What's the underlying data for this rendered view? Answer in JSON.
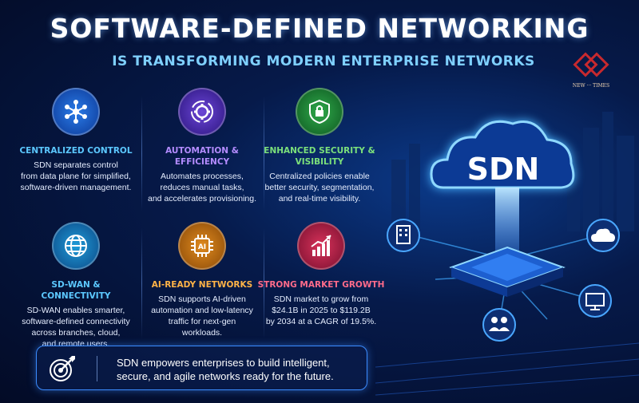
{
  "header": {
    "title": "SOFTWARE-DEFINED NETWORKING",
    "subtitle": "IS TRANSFORMING MODERN ENTERPRISE NETWORKS"
  },
  "logo": {
    "text": "NEW ··· TIMES"
  },
  "cards": [
    {
      "icon": "network-hub-icon",
      "title": "CENTRALIZED CONTROL",
      "title_color": "#5cc8ff",
      "lines": [
        "SDN separates control",
        "from data plane for simplified,",
        "software-driven management."
      ]
    },
    {
      "icon": "gear-cycle-icon",
      "title": "AUTOMATION & EFFICIENCY",
      "title_color": "#b48cff",
      "lines": [
        "Automates processes,",
        "reduces manual tasks,",
        "and accelerates provisioning."
      ]
    },
    {
      "icon": "shield-lock-icon",
      "title": "ENHANCED SECURITY & VISIBILITY",
      "title_color": "#7be07b",
      "lines": [
        "Centralized policies enable",
        "better security, segmentation,",
        "and real-time visibility."
      ]
    },
    {
      "icon": "globe-icon",
      "title": "SD-WAN & CONNECTIVITY",
      "title_color": "#5cc8ff",
      "lines": [
        "SD-WAN enables smarter,",
        "software-defined connectivity",
        "across branches, cloud,",
        "and remote users."
      ]
    },
    {
      "icon": "ai-chip-icon",
      "title": "AI-READY NETWORKS",
      "title_color": "#ffb347",
      "lines": [
        "SDN supports AI-driven",
        "automation and low-latency",
        "traffic for next-gen",
        "workloads."
      ]
    },
    {
      "icon": "growth-chart-icon",
      "title": "STRONG MARKET GROWTH",
      "title_color": "#ff6b8a",
      "lines": [
        "SDN market to grow from",
        "$24.1B in 2025 to $119.2B",
        "by 2034 at a CAGR of 19.5%."
      ]
    }
  ],
  "footer": {
    "line1": "SDN empowers enterprises to build intelligent,",
    "line2": "secure, and agile networks ready for the future."
  },
  "illustration": {
    "cloud_label": "SDN"
  }
}
